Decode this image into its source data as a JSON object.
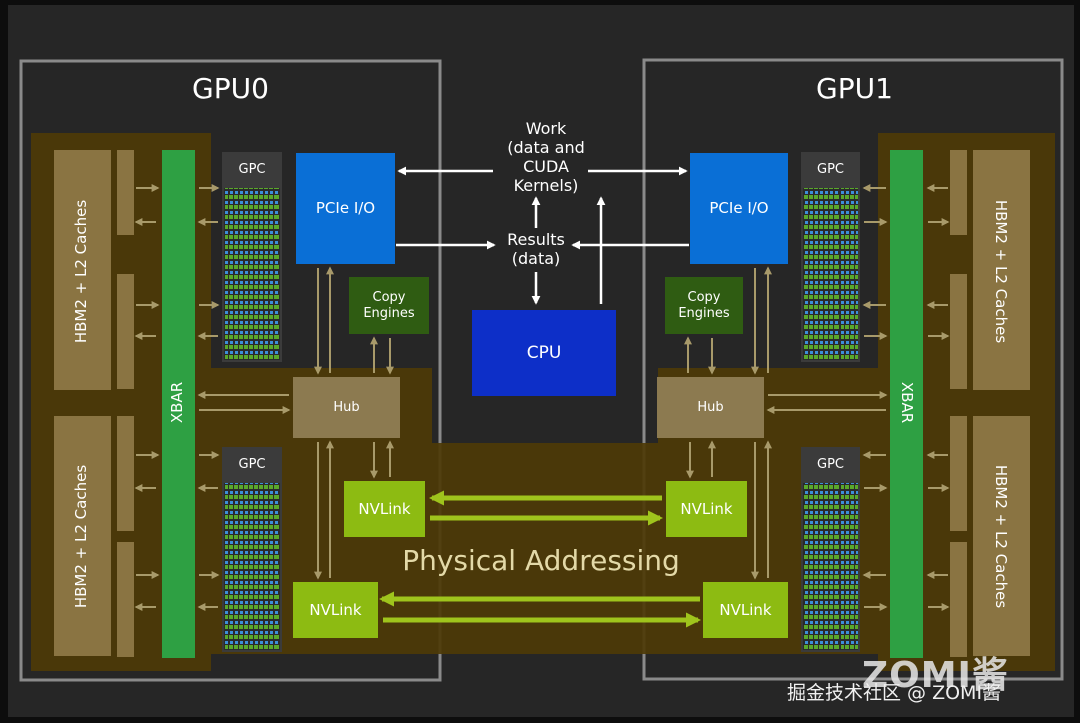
{
  "gpu0": {
    "title": "GPU0",
    "xbar": "XBAR",
    "hbm_top": "HBM2 + L2 Caches",
    "hbm_bottom": "HBM2 + L2 Caches",
    "gpc_top": "GPC",
    "gpc_bottom": "GPC",
    "pcie": "PCIe I/O",
    "copy": "Copy\nEngines",
    "hub": "Hub",
    "nvlink_a": "NVLink",
    "nvlink_b": "NVLink"
  },
  "gpu1": {
    "title": "GPU1",
    "xbar": "XBAR",
    "hbm_top": "HBM2 + L2 Caches",
    "hbm_bottom": "HBM2 + L2 Caches",
    "gpc_top": "GPC",
    "gpc_bottom": "GPC",
    "pcie": "PCIe I/O",
    "copy": "Copy\nEngines",
    "hub": "Hub",
    "nvlink_a": "NVLink",
    "nvlink_b": "NVLink"
  },
  "center": {
    "work": "Work\n(data and\nCUDA\nKernels)",
    "results": "Results\n(data)",
    "cpu": "CPU",
    "physical": "Physical Addressing"
  },
  "watermark": {
    "logo": "ZOMI酱",
    "text": "掘金技术社区 @ ZOMI酱"
  },
  "colors": {
    "background": "#0d0d0d",
    "panel": "#252525",
    "gold": "#4e3a08",
    "hbm": "#8a7442",
    "hub": "#8c7a50",
    "xbar": "#2ea043",
    "pcie": "#0a6fd6",
    "cpu": "#0d2fc8",
    "nvlink": "#8dbb12",
    "copy": "#2f5c12",
    "arrow": "#a09060"
  }
}
